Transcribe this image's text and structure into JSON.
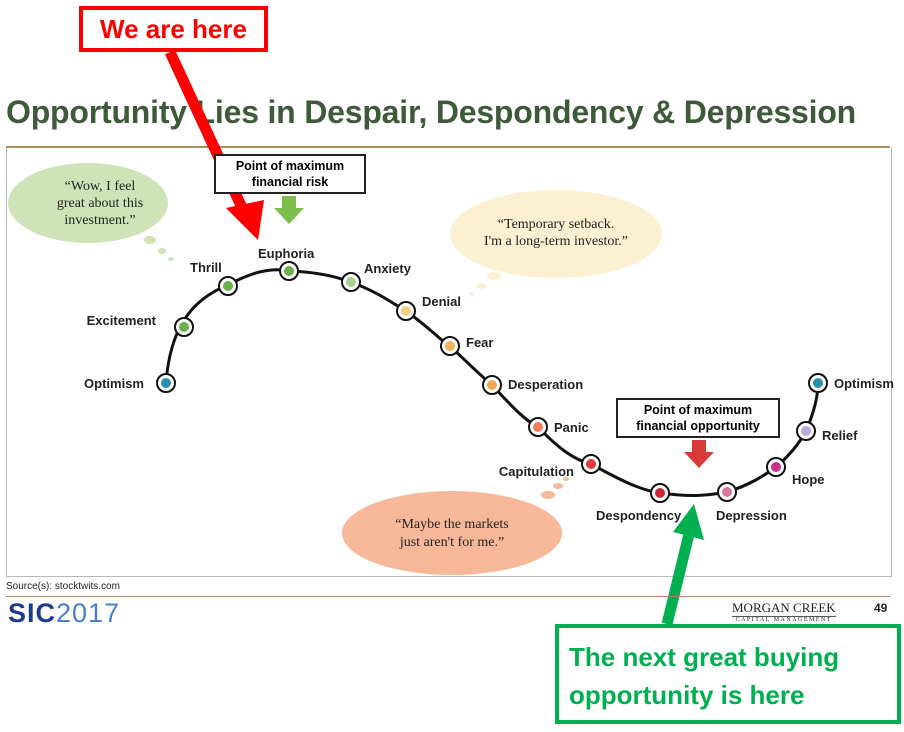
{
  "slide": {
    "title": "Opportunity Lies in Despair, Despondency & Depression",
    "source": "Source(s): stocktwits.com",
    "page_number": "49",
    "event_logo": {
      "prefix": "SIC",
      "year": "2017"
    },
    "company_logo": {
      "name": "MORGAN CREEK",
      "subtitle": "CAPITAL MANAGEMENT"
    }
  },
  "annotations": {
    "we_are_here": "We are here",
    "next_buying_opportunity_line1": "The next great buying",
    "next_buying_opportunity_line2": "opportunity is here",
    "colors": {
      "red": "#ff0000",
      "green": "#00b050"
    }
  },
  "diagram": {
    "risk_box_line1": "Point of maximum",
    "risk_box_line2": "financial risk",
    "opportunity_box_line1": "Point of maximum",
    "opportunity_box_line2": "financial opportunity",
    "bubbles": {
      "euphoria_line1": "“Wow, I feel",
      "euphoria_line2": "great about this",
      "euphoria_line3": "investment.”",
      "setback_line1": "“Temporary setback.",
      "setback_line2": "I'm a long-term investor.”",
      "despair_line1": "“Maybe the markets",
      "despair_line2": "just aren't for me.”"
    },
    "stages": [
      {
        "label": "Optimism",
        "color": "#2a8fa8"
      },
      {
        "label": "Excitement",
        "color": "#6ab04c"
      },
      {
        "label": "Thrill",
        "color": "#6ab04c"
      },
      {
        "label": "Euphoria",
        "color": "#6ab04c"
      },
      {
        "label": "Anxiety",
        "color": "#a9cf8f"
      },
      {
        "label": "Denial",
        "color": "#f2cf7e"
      },
      {
        "label": "Fear",
        "color": "#f4b35a"
      },
      {
        "label": "Desperation",
        "color": "#f4a55a"
      },
      {
        "label": "Panic",
        "color": "#ef7f5d"
      },
      {
        "label": "Capitulation",
        "color": "#e03a3a"
      },
      {
        "label": "Despondency",
        "color": "#cc2a3a"
      },
      {
        "label": "Depression",
        "color": "#d87aa0"
      },
      {
        "label": "Hope",
        "color": "#c8328a"
      },
      {
        "label": "Relief",
        "color": "#b9a8d8"
      },
      {
        "label": "Optimism",
        "color": "#2a8fa8"
      }
    ]
  }
}
